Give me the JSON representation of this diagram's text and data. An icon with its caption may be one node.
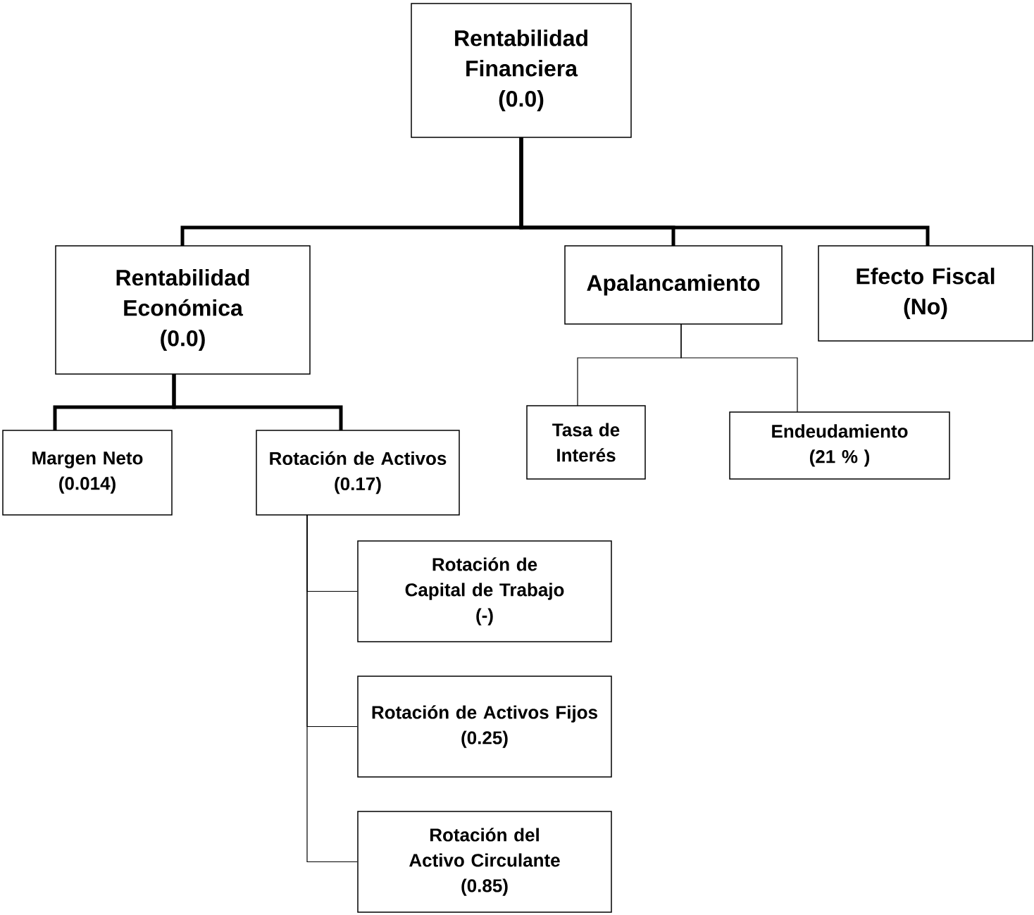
{
  "diagram": {
    "nodes": [
      {
        "text": [
          "Rentabilidad Financiera",
          "(0.0)"
        ]
      },
      {
        "text": [
          "Rentabilidad Económica",
          "(0.0)"
        ]
      },
      {
        "text": [
          "Apalancamiento"
        ]
      },
      {
        "text": [
          "Efecto Fiscal",
          "(No)"
        ]
      },
      {
        "text": [
          "Margen Neto",
          "(0.014)"
        ]
      },
      {
        "text": [
          "Rotación de Activos",
          "(0.17)"
        ]
      },
      {
        "text": [
          "Tasa de Interés"
        ]
      },
      {
        "text": [
          "Endeudamiento",
          "(21 % )"
        ]
      },
      {
        "text": [
          "Rotación de Capital de Trabajo",
          "(-)"
        ]
      },
      {
        "text": [
          "Rotación de Activos Fijos",
          "(0.25)"
        ]
      },
      {
        "text": [
          "Rotación del  Activo Circulante",
          "(0.85)"
        ]
      }
    ],
    "edges": [
      {
        "from": 0,
        "to": 1,
        "arrow": "none",
        "style": "thick"
      },
      {
        "from": 0,
        "to": 2,
        "arrow": "none",
        "style": "thick"
      },
      {
        "from": 0,
        "to": 3,
        "arrow": "none",
        "style": "thick"
      },
      {
        "from": 1,
        "to": 4,
        "arrow": "none",
        "style": "thick"
      },
      {
        "from": 1,
        "to": 5,
        "arrow": "none",
        "style": "thick"
      },
      {
        "from": 2,
        "to": 6,
        "arrow": "none"
      },
      {
        "from": 2,
        "to": 7,
        "arrow": "none"
      },
      {
        "from": 5,
        "to": 8,
        "arrow": "none"
      },
      {
        "from": 5,
        "to": 9,
        "arrow": "none"
      },
      {
        "from": 5,
        "to": 10,
        "arrow": "none"
      }
    ]
  }
}
